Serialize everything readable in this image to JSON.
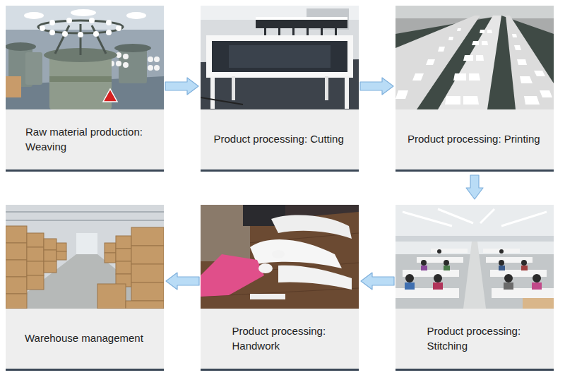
{
  "diagram": {
    "nodes": [
      {
        "text": [
          "Raw material production: Weaving"
        ]
      },
      {
        "text": [
          "Product processing: Cutting"
        ]
      },
      {
        "text": [
          "Product processing: Printing"
        ]
      },
      {
        "text": [
          "Product processing: Stitching"
        ]
      },
      {
        "text": [
          "Product processing: Handwork"
        ]
      },
      {
        "text": [
          "Warehouse management"
        ]
      }
    ],
    "edges": [
      {
        "from": 0,
        "to": 1,
        "arrow": "to"
      },
      {
        "from": 1,
        "to": 2,
        "arrow": "to"
      },
      {
        "from": 2,
        "to": 3,
        "arrow": "to"
      },
      {
        "from": 3,
        "to": 4,
        "arrow": "to"
      },
      {
        "from": 4,
        "to": 5,
        "arrow": "to"
      }
    ]
  }
}
